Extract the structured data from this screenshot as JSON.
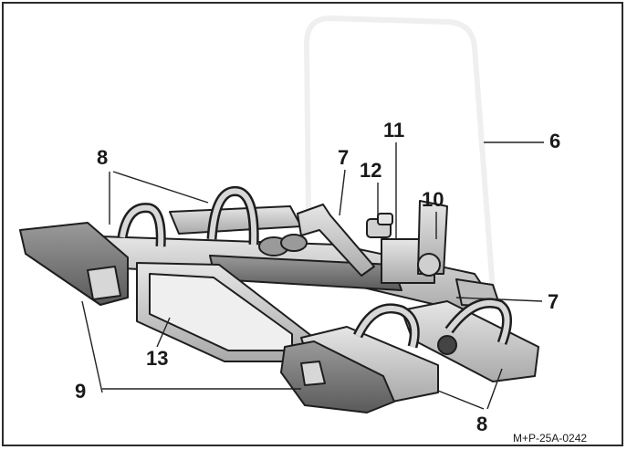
{
  "callouts": {
    "c6": "6",
    "c7_top": "7",
    "c7_right": "7",
    "c8_top": "8",
    "c8_bottom": "8",
    "c9": "9",
    "c10": "10",
    "c11": "11",
    "c12": "12",
    "c13": "13"
  },
  "reference_code": "M+P-25A-0242",
  "colors": {
    "outline": "#1e1e1e",
    "body_light": "#d9d9d9",
    "body_mid": "#b5b5b5",
    "body_dark": "#6e6e6e"
  }
}
